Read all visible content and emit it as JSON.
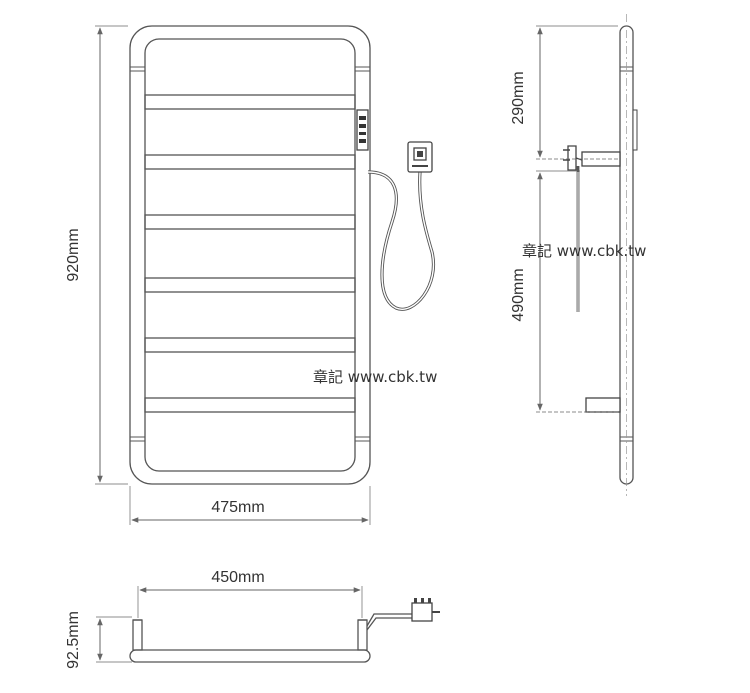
{
  "dimensions": {
    "height_total": "920mm",
    "width_total": "475mm",
    "side_upper": "290mm",
    "side_lower": "490mm",
    "top_width": "450mm",
    "top_depth": "92.5mm"
  },
  "watermark": {
    "front": "章記 www.cbk.tw",
    "side": "章記 www.cbk.tw"
  },
  "colors": {
    "line": "#555555",
    "dim": "#666666",
    "text": "#333333"
  }
}
